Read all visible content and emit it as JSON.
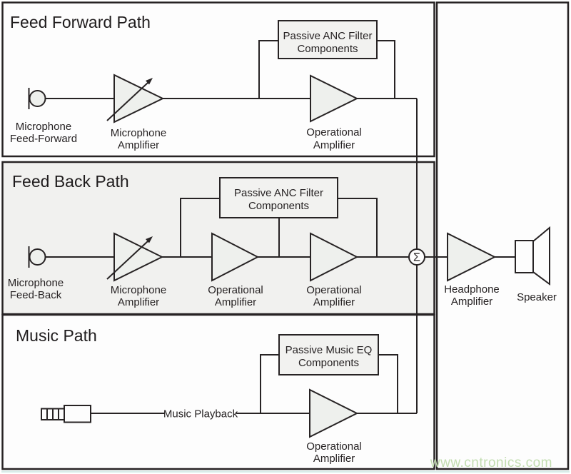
{
  "diagram": {
    "watermark": "www.cntronics.com",
    "colors": {
      "line": "#272324",
      "path_fill": "#fdfdfd",
      "feedback_fill": "#f1f1ef",
      "box_fill": "#f2f2f0",
      "shape_fill": "#eef0ed",
      "sum_fill": "#fdfdfd",
      "watermark": "#c2ddb0",
      "bottom_strip": "#d9ece9"
    },
    "feed_forward": {
      "title": "Feed Forward Path",
      "mic_line1": "Microphone",
      "mic_line2": "Feed-Forward",
      "mic_amp_line1": "Microphone",
      "mic_amp_line2": "Amplifier",
      "filter_line1": "Passive ANC Filter",
      "filter_line2": "Components",
      "opamp_line1": "Operational",
      "opamp_line2": "Amplifier"
    },
    "feed_back": {
      "title": "Feed Back Path",
      "mic_line1": "Microphone",
      "mic_line2": "Feed-Back",
      "mic_amp_line1": "Microphone",
      "mic_amp_line2": "Amplifier",
      "filter_line1": "Passive ANC Filter",
      "filter_line2": "Components",
      "opamp1_line1": "Operational",
      "opamp1_line2": "Amplifier",
      "opamp2_line1": "Operational",
      "opamp2_line2": "Amplifier",
      "sum_symbol": "Σ"
    },
    "music": {
      "title": "Music Path",
      "playback_label": "Music Playback",
      "eq_line1": "Passive Music EQ",
      "eq_line2": "Components",
      "opamp_line1": "Operational",
      "opamp_line2": "Amplifier"
    },
    "output": {
      "headphone_line1": "Headphone",
      "headphone_line2": "Amplifier",
      "speaker_label": "Speaker"
    }
  }
}
